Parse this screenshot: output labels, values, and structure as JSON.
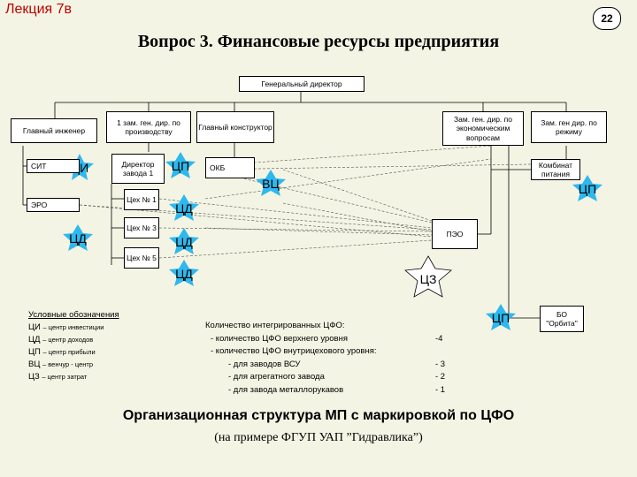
{
  "header": {
    "lecture": "Лекция 7в",
    "page_number": "22"
  },
  "title": "Вопрос 3.  Финансовые ресурсы предприятия",
  "org": {
    "ceo": "Генеральный директор",
    "chief_engineer": "Главный инженер",
    "deputy_production": "1 зам. ген. дир. по производству",
    "chief_designer": "Главный конструктор",
    "deputy_economic": "Зам. ген. дир. по экономическим вопросам",
    "deputy_regime": "Зам. ген дир. по режиму",
    "sit": "СИТ",
    "ero": "ЭРО",
    "plant_director": "Директор завода 1",
    "okb": "ОКБ",
    "canteen": "Комбинат питания",
    "workshop1": "Цех № 1",
    "workshop3": "Цех № 3",
    "workshop5": "Цех № 5",
    "peo": "ПЭО",
    "bo": "БО \"Орбита\""
  },
  "markers": {
    "ci": "ЦИ",
    "cd_left": "ЦД",
    "cp_plant": "ЦП",
    "vc": "ВЦ",
    "cp_canteen": "ЦП",
    "cd_1": "ЦД",
    "cd_3": "ЦД",
    "cd_5": "ЦД",
    "cz": "ЦЗ",
    "cp_bottom": "ЦП"
  },
  "legend": {
    "heading": "Условные обозначения",
    "items": [
      {
        "code": "ЦИ",
        "text": "– центр инвестиции"
      },
      {
        "code": "ЦД",
        "text": "– центр доходов"
      },
      {
        "code": "ЦП",
        "text": "– центр прибыли"
      },
      {
        "code": "ВЦ",
        "text": "– венчур - центр"
      },
      {
        "code": "ЦЗ",
        "text": "– центр затрат"
      }
    ]
  },
  "stats": {
    "line1": "Количество интегрированных  ЦФО:",
    "line2": "- количество ЦФО верхнего уровня",
    "line2_value": "-4",
    "line3": "- количество ЦФО внутрицехового уровня:",
    "line4": "- для заводов ВСУ",
    "line4_value": "- 3",
    "line5": "- для агрегатного завода",
    "line5_value": "- 2",
    "line6": "- для завода металлорукавов",
    "line6_value": "- 1"
  },
  "caption": "Организационная структура МП с маркировкой по ЦФО",
  "subcaption": "(на примере ФГУП УАП ”Гидравлика”)",
  "colors": {
    "star_fill": "#2eb8ee",
    "background": "#f4f4e4",
    "lecture_text": "#c00000"
  }
}
